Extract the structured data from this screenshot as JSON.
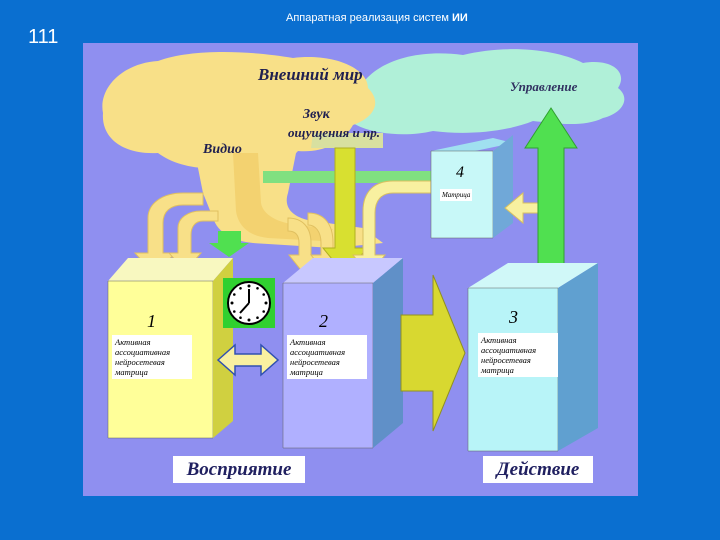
{
  "slide": {
    "number": "111",
    "title_prefix": "Аппаратная реализация систем ",
    "title_bold": "ИИ"
  },
  "diagram": {
    "external_world": "Внешний мир",
    "control": "Управление",
    "sound": "Звук",
    "sensations": "ощущения и пр.",
    "video": "Видио",
    "box1": {
      "number": "1",
      "text": "Активная\nассоциативная\nнейросетевая\nматрица"
    },
    "box2": {
      "number": "2",
      "text": "Активная\nассоциативная\nнейросетевая\nматрица"
    },
    "box3": {
      "number": "3",
      "text": "Активная\nассоциативная\nнейросетевая\nматрица"
    },
    "box4": {
      "number": "4",
      "text": "Матрица"
    },
    "perception": "Восприятие",
    "action": "Действие"
  },
  "colors": {
    "background": "#0a6fd0",
    "panel": "#8f8ff0",
    "box1": "#ffff99",
    "box2": "#b0b0ff",
    "box3": "#b8f4f8",
    "box4": "#c8f8f8",
    "cloud_yellow": "#f8e088",
    "cloud_green": "#b0f0d8",
    "arrow_green": "#50e050"
  }
}
